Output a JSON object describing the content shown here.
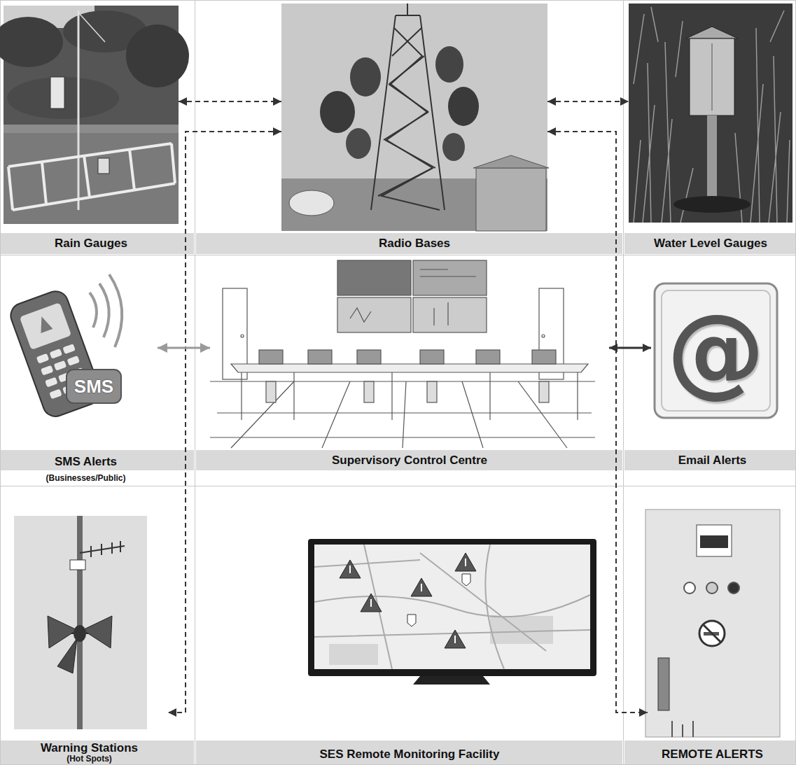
{
  "diagram": {
    "nodes": [
      {
        "text": [
          "Rain Gauges"
        ]
      },
      {
        "text": [
          "Radio Bases"
        ]
      },
      {
        "text": [
          "Water Level Gauges"
        ]
      },
      {
        "text": [
          "SMS Alerts",
          "(Businesses/Public)"
        ]
      },
      {
        "text": [
          "Supervisory Control Centre"
        ]
      },
      {
        "text": [
          "Email Alerts"
        ]
      },
      {
        "text": [
          "Warning Stations",
          "(Hot Spots)"
        ]
      },
      {
        "text": [
          "SES Remote Monitoring Facility"
        ]
      },
      {
        "text": [
          "REMOTE ALERTS"
        ]
      }
    ],
    "edges": [
      {
        "from": 0,
        "to": 1,
        "arrow": "both"
      },
      {
        "from": 1,
        "to": 2,
        "arrow": "both"
      },
      {
        "from": 1,
        "to": 6,
        "arrow": "both"
      },
      {
        "from": 1,
        "to": 8,
        "arrow": "both"
      },
      {
        "from": 3,
        "to": 4,
        "arrow": "both"
      },
      {
        "from": 4,
        "to": 5,
        "arrow": "both"
      }
    ],
    "labels": [
      "SMS",
      "@"
    ]
  }
}
